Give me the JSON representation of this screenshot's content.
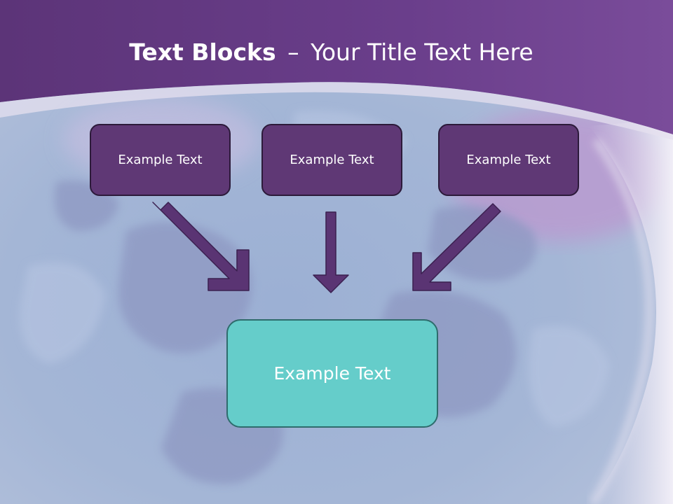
{
  "slide": {
    "title_bold": "Text Blocks",
    "title_separator": "–",
    "title_rest": "Your Title Text Here",
    "top_boxes": [
      {
        "label": "Example Text"
      },
      {
        "label": "Example Text"
      },
      {
        "label": "Example Text"
      }
    ],
    "bottom_box": {
      "label": "Example Text"
    }
  },
  "colors": {
    "header_purple": "#6b3e8c",
    "box_purple": "#5f3875",
    "box_teal": "#65cdca",
    "arrow_purple": "#5a3473"
  }
}
